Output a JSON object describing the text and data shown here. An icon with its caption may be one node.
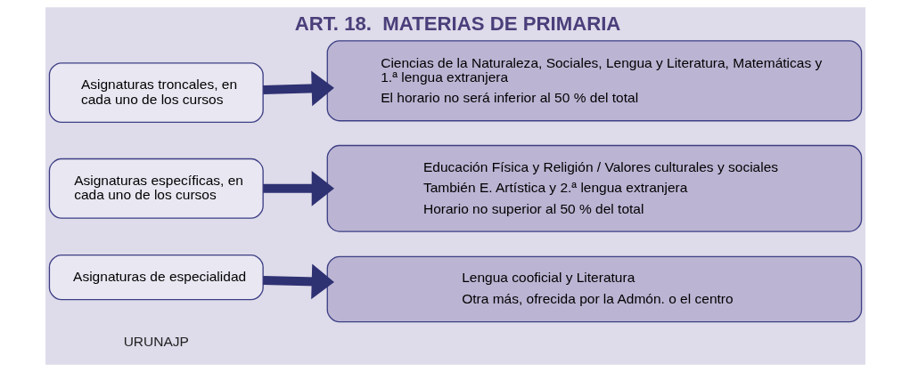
{
  "diagram": {
    "title": "ART. 18.  MATERIAS DE PRIMARIA",
    "nodes": [
      {
        "text": [
          "Asignaturas troncales, en cada uno de los cursos"
        ]
      },
      {
        "text": [
          "Ciencias de la Naturaleza, Sociales, Lengua y Literatura, Matemáticas y 1.ª lengua extranjera",
          "El horario no será inferior al 50 % del total"
        ]
      },
      {
        "text": [
          "Asignaturas específicas, en cada uno de los cursos"
        ]
      },
      {
        "text": [
          "Educación Física y Religión / Valores culturales y sociales",
          "También E. Artística y 2.ª lengua extranjera",
          "Horario no superior al 50 % del total"
        ]
      },
      {
        "text": [
          "Asignaturas de especialidad"
        ]
      },
      {
        "text": [
          "Lengua cooficial y Literatura",
          "Otra más, ofrecida por la Admón. o el centro"
        ]
      }
    ],
    "edges": [
      {
        "from": 0,
        "to": 1,
        "arrow": "to"
      },
      {
        "from": 2,
        "to": 3,
        "arrow": "to"
      },
      {
        "from": 4,
        "to": 5,
        "arrow": "to"
      }
    ],
    "labels": [
      "URUNAJP"
    ]
  }
}
